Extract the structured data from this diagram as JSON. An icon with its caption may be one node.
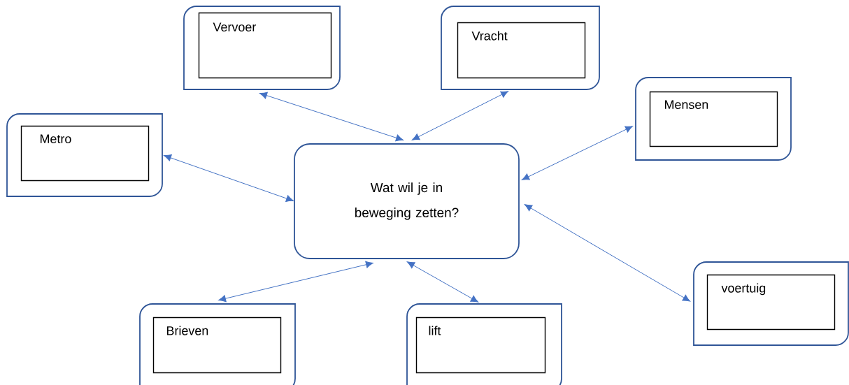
{
  "diagram": {
    "nodes": [
      {
        "text": [],
        "shape": "box"
      },
      {
        "text": [
          "Vervoer"
        ],
        "in": 0
      },
      {
        "text": [],
        "shape": "box"
      },
      {
        "text": [
          "Vracht"
        ],
        "in": 2
      },
      {
        "text": [],
        "shape": "box"
      },
      {
        "text": [
          "Metro"
        ],
        "in": 4
      },
      {
        "text": [],
        "shape": "box"
      },
      {
        "text": [
          "Mensen"
        ],
        "in": 6
      },
      {
        "text": [
          "Wat wil je in beweging zetten?"
        ]
      },
      {
        "text": [],
        "shape": "box"
      },
      {
        "text": [
          "voertuig"
        ],
        "in": 9
      },
      {
        "text": [],
        "shape": "box"
      },
      {
        "text": [
          "Brieven"
        ],
        "in": 11
      },
      {
        "text": [],
        "shape": "box"
      },
      {
        "text": [
          "lift"
        ],
        "in": 13
      }
    ],
    "edges": [
      {
        "from": 8,
        "to": 0,
        "arrow": "both"
      },
      {
        "from": 8,
        "to": 2,
        "arrow": "both"
      },
      {
        "from": 8,
        "to": 4,
        "arrow": "both"
      },
      {
        "from": 8,
        "to": 6,
        "arrow": "both"
      },
      {
        "from": 8,
        "to": 9,
        "arrow": "both"
      },
      {
        "from": 8,
        "to": 11,
        "arrow": "both"
      },
      {
        "from": 8,
        "to": 13,
        "arrow": "both"
      }
    ]
  }
}
